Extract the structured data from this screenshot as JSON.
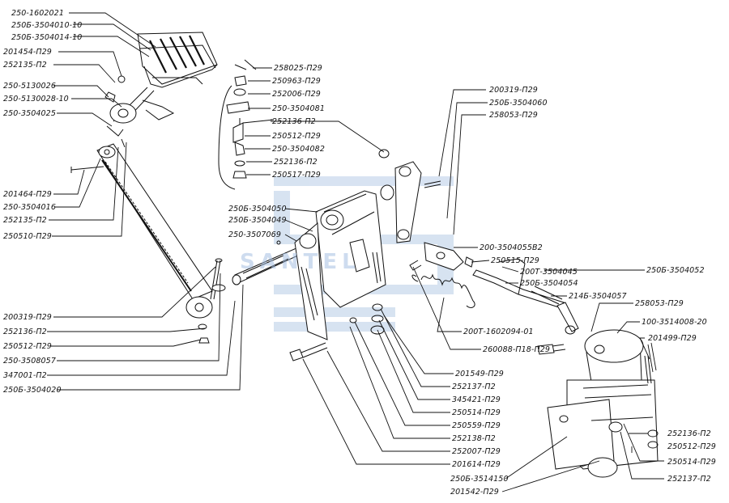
{
  "watermark": "SANTEL",
  "labels": [
    {
      "id": "l01",
      "text": "250-1602021"
    },
    {
      "id": "l02",
      "text": "250Б-3504010-10"
    },
    {
      "id": "l03",
      "text": "250Б-3504014-10"
    },
    {
      "id": "l04",
      "text": "201454-П29"
    },
    {
      "id": "l05",
      "text": "252135-П2"
    },
    {
      "id": "l06",
      "text": "250-5130026"
    },
    {
      "id": "l07",
      "text": "250-5130028-10"
    },
    {
      "id": "l08",
      "text": "250-3504025"
    },
    {
      "id": "l09",
      "text": "201464-П29"
    },
    {
      "id": "l10",
      "text": "250-3504016"
    },
    {
      "id": "l11",
      "text": "252135-П2"
    },
    {
      "id": "l12",
      "text": "250510-П29"
    },
    {
      "id": "l13",
      "text": "200319-П29"
    },
    {
      "id": "l14",
      "text": "252136-П2"
    },
    {
      "id": "l15",
      "text": "250512-П29"
    },
    {
      "id": "l16",
      "text": "250-3508057"
    },
    {
      "id": "l17",
      "text": "347001-П2"
    },
    {
      "id": "l18",
      "text": "250Б-3504020"
    },
    {
      "id": "l19",
      "text": "258025-П29"
    },
    {
      "id": "l20",
      "text": "250963-П29"
    },
    {
      "id": "l21",
      "text": "252006-П29"
    },
    {
      "id": "l22",
      "text": "250-3504081"
    },
    {
      "id": "l23",
      "text": "252136-П2"
    },
    {
      "id": "l24",
      "text": "250512-П29"
    },
    {
      "id": "l25",
      "text": "250-3504082"
    },
    {
      "id": "l26",
      "text": "252136-П2"
    },
    {
      "id": "l27",
      "text": "250517-П29"
    },
    {
      "id": "l28",
      "text": "200319-П29"
    },
    {
      "id": "l29",
      "text": "250Б-3504060"
    },
    {
      "id": "l30",
      "text": "258053-П29"
    },
    {
      "id": "l31",
      "text": "250Б-3504050"
    },
    {
      "id": "l32",
      "text": "250Б-3504049"
    },
    {
      "id": "l33",
      "text": "250-3507069"
    },
    {
      "id": "l34",
      "text": "200-3504055В2"
    },
    {
      "id": "l35",
      "text": "250515-П29"
    },
    {
      "id": "l36",
      "text": "200Т-3504045"
    },
    {
      "id": "l37",
      "text": "250Б-3504052"
    },
    {
      "id": "l38",
      "text": "250Б-3504054"
    },
    {
      "id": "l39",
      "text": "214Б-3504057"
    },
    {
      "id": "l40",
      "text": "258053-П29"
    },
    {
      "id": "l41",
      "text": "100-3514008-20"
    },
    {
      "id": "l42",
      "text": "201499-П29"
    },
    {
      "id": "l43",
      "text": "200Т-1602094-01"
    },
    {
      "id": "l44",
      "text": "260088-П18-П29"
    },
    {
      "id": "l45",
      "text": "201549-П29"
    },
    {
      "id": "l46",
      "text": "252137-П2"
    },
    {
      "id": "l47",
      "text": "345421-П29"
    },
    {
      "id": "l48",
      "text": "250514-П29"
    },
    {
      "id": "l49",
      "text": "250559-П29"
    },
    {
      "id": "l50",
      "text": "252138-П2"
    },
    {
      "id": "l51",
      "text": "252007-П29"
    },
    {
      "id": "l52",
      "text": "201614-П29"
    },
    {
      "id": "l53",
      "text": "252136-П2"
    },
    {
      "id": "l54",
      "text": "250512-П29"
    },
    {
      "id": "l55",
      "text": "250514-П29"
    },
    {
      "id": "l56",
      "text": "250Б-3514150"
    },
    {
      "id": "l57",
      "text": "252137-П2"
    },
    {
      "id": "l58",
      "text": "201542-П29"
    }
  ]
}
